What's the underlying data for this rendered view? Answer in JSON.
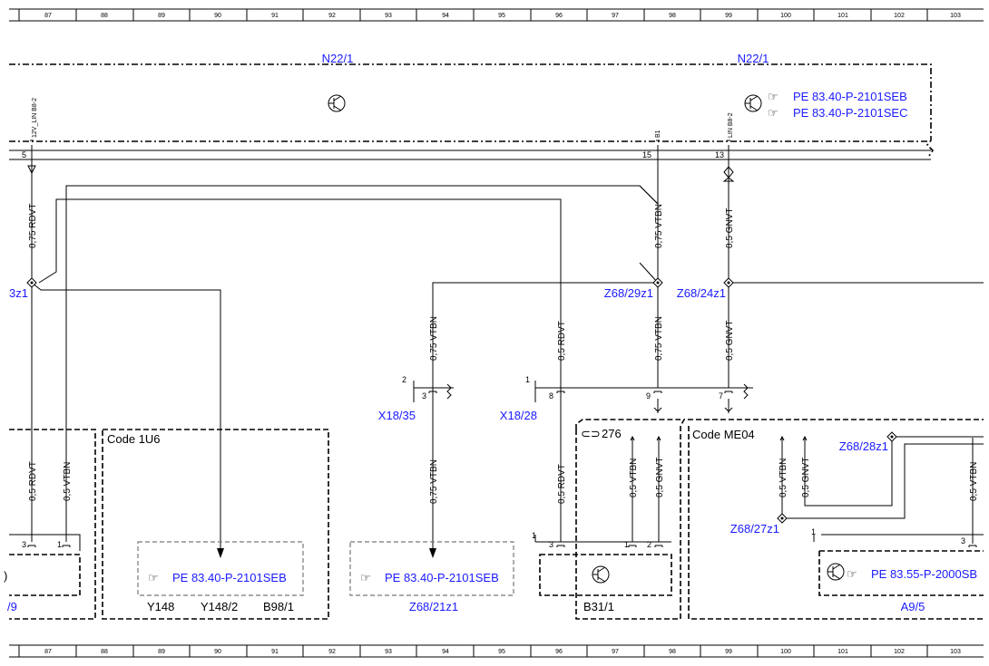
{
  "ruler": [
    "87",
    "88",
    "89",
    "90",
    "91",
    "92",
    "93",
    "94",
    "95",
    "96",
    "97",
    "98",
    "99",
    "100",
    "101",
    "102",
    "103"
  ],
  "components": {
    "n22_left": "N22/1",
    "n22_right": "N22/1",
    "x18_35": "X18/35",
    "x18_28": "X18/28",
    "y148": "Y148",
    "y148_2": "Y148/2",
    "b98_1": "B98/1",
    "z68_21z1": "Z68/21z1",
    "b31_1": "B31/1",
    "a9_5": "A9/5",
    "left_box_label": "/9",
    "z68_29z1": "Z68/29z1",
    "z68_24z1": "Z68/24z1",
    "left_splice": "3z1",
    "z68_28z1": "Z68/28z1",
    "z68_27z1": "Z68/27z1"
  },
  "codes": {
    "code_1u6": "Code 1U6",
    "code_me04": "Code ME04",
    "code_276": "276"
  },
  "references": {
    "n22_ref1": "PE 83.40-P-2101SEB",
    "n22_ref2": "PE 83.40-P-2101SEC",
    "y148_ref": "PE 83.40-P-2101SEB",
    "z68_21_ref": "PE 83.40-P-2101SEB",
    "a9_ref": "PE 83.55-P-2000SB"
  },
  "wires": {
    "w1": "0,75 RDVT",
    "w2": "0,75 VTBN",
    "w3": "0,5 GNVT",
    "w4": "0,75 VTBN",
    "w5": "0,5 RDVT",
    "w6": "0,75 VTBN",
    "w7": "0,5 GNVT",
    "w8": "0,5 RDVT",
    "w9": "0,5 VTBN",
    "w10": "0,75 VTBN",
    "w11": "0,5 RDVT",
    "w12": "0,5 VTBN",
    "w13": "0,5 GNVT",
    "w14": "0,5 VTBN",
    "w15": "0,5 GNVT",
    "w16": "0,5 VTBN"
  },
  "pin_labels": {
    "lin_left": "12V_LIN B8-2",
    "b1": "B1",
    "lin_right": "LIN B8-2"
  },
  "pins": {
    "p5": "5",
    "p15": "15",
    "p13": "13",
    "x18_35_conn": "2",
    "x18_35_pin": "3",
    "x18_28_conn": "1",
    "x18_28_p8": "8",
    "x18_28_p9": "9",
    "x18_28_p7": "7",
    "left_p3": "3",
    "left_p1": "1",
    "b31_conn": "1",
    "b31_p3": "3",
    "b31_p1": "1",
    "b31_p2": "2",
    "a9_conn": "1",
    "a9_p3": "3"
  },
  "colors": {
    "link": "#1a1aff",
    "frame": "#000000",
    "reference_box": "#888888"
  }
}
